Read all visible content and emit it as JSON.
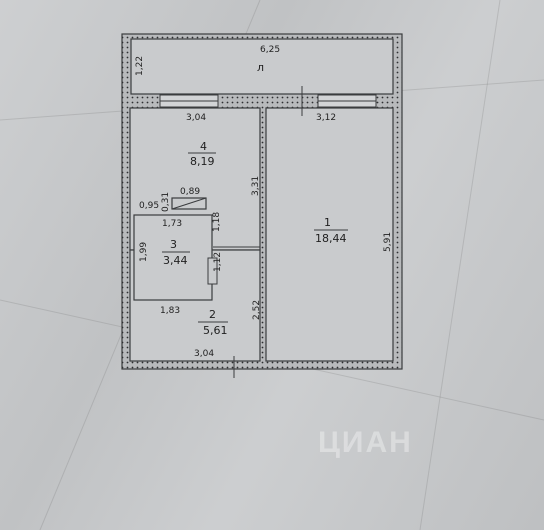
{
  "balcony": {
    "label": "л",
    "width": "6,25",
    "depth": "1,22"
  },
  "rooms": [
    {
      "num": "1",
      "area": "18,44",
      "dims": [
        "3,12",
        "3,31",
        "5,91"
      ]
    },
    {
      "num": "2",
      "area": "5,61",
      "dims": [
        "3,04",
        "2,52",
        "1,12"
      ]
    },
    {
      "num": "3",
      "area": "3,44",
      "dims": [
        "1,73",
        "1,99",
        "1,83",
        "1,18"
      ]
    },
    {
      "num": "4",
      "area": "8,19",
      "dims": [
        "3,04",
        "0,89",
        "0,95",
        "0,31"
      ]
    }
  ],
  "watermark": "ЦИАН"
}
